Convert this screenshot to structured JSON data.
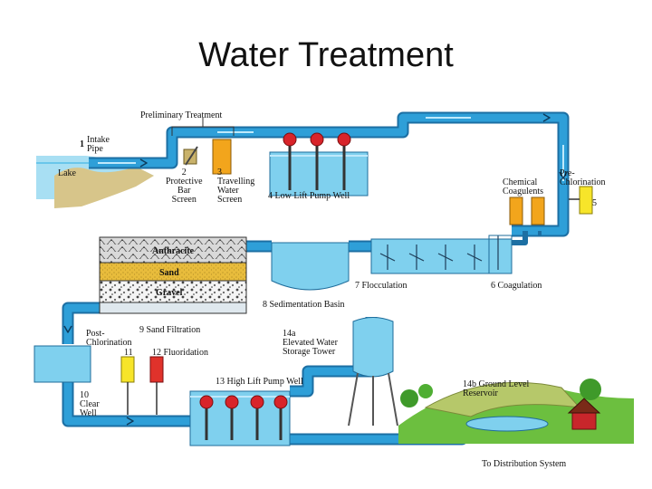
{
  "title": "Water Treatment",
  "colors": {
    "pipe": "#2e9fd8",
    "pipe_edge": "#1c6fa3",
    "water": "#7fd0ee",
    "tank_edge": "#1f6d9b",
    "pump": "#d8242a",
    "chem_orange": "#f2a51c",
    "chem_yellow": "#f7e52a",
    "chem_red": "#e0322b",
    "sand": "#e8bc3c",
    "grass": "#6cbf3f",
    "hill": "#b6c86a"
  },
  "labels": {
    "preliminary": "Preliminary Treatment",
    "intake_num": "1",
    "intake": "Intake\nPipe",
    "lake": "Lake",
    "bar_screen": "2\nProtective\nBar\nScreen",
    "travelling_screen": "3\nTravelling\nWater\nScreen",
    "low_lift": "4 Low Lift Pump Well",
    "coagulants": "Chemical\nCoagulents",
    "prechlorination": "Pre-\nChlorination",
    "prechlorination_num": "5",
    "coagulation": "6 Coagulation",
    "flocculation": "7 Flocculation",
    "sedimentation": "8 Sedimentation Basin",
    "anthracite": "Anthracite",
    "sand": "Sand",
    "gravel": "Gravel",
    "sand_filtration": "9 Sand Filtration",
    "postchlorination": "Post-\nChlorination",
    "clear_well": "10\nClear\nWell",
    "postchlor_num": "11",
    "fluoridation": "12 Fluoridation",
    "high_lift": "13 High Lift Pump Well",
    "elevated_tower": "14a\nElevated Water\nStorage Tower",
    "ground_reservoir": "14b Ground Level\nReservoir",
    "distribution": "To Distribution System"
  }
}
